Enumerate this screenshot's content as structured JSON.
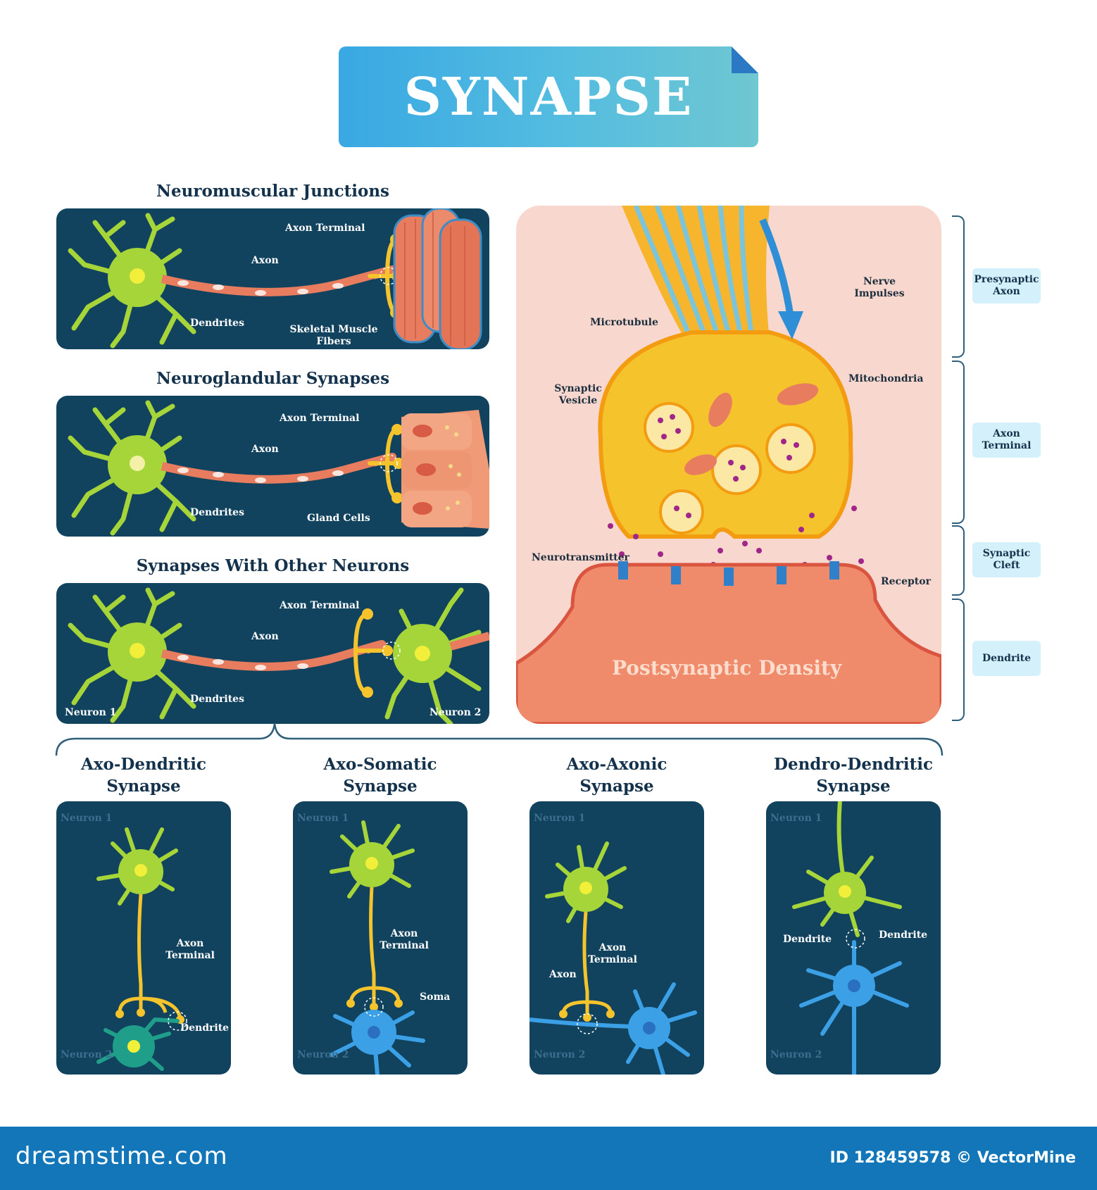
{
  "title": "SYNAPSE",
  "sections": {
    "neuromuscular": {
      "heading": "Neuromuscular Junctions",
      "labels": {
        "axon_terminal": "Axon Terminal",
        "axon": "Axon",
        "dendrites": "Dendrites",
        "skeletal_1": "Skeletal Muscle",
        "skeletal_2": "Fibers"
      }
    },
    "neuroglandular": {
      "heading": "Neuroglandular Synapses",
      "labels": {
        "axon_terminal": "Axon Terminal",
        "axon": "Axon",
        "dendrites": "Dendrites",
        "gland_cells": "Gland Cells"
      }
    },
    "other_neurons": {
      "heading": "Synapses With Other Neurons",
      "labels": {
        "axon_terminal": "Axon Terminal",
        "axon": "Axon",
        "dendrites": "Dendrites",
        "neuron1": "Neuron 1",
        "neuron2": "Neuron 2"
      }
    }
  },
  "detail": {
    "labels": {
      "nerve_1": "Nerve",
      "nerve_2": "Impulses",
      "microtubule": "Microtubule",
      "synaptic_vesicle_1": "Synaptic",
      "synaptic_vesicle_2": "Vesicle",
      "mitochondria": "Mitochondria",
      "neurotransmitter": "Neurotransmitter",
      "receptor": "Receptor",
      "postsynaptic": "Postsynaptic Density"
    },
    "side": [
      {
        "l1": "Presynaptic",
        "l2": "Axon"
      },
      {
        "l1": "Axon",
        "l2": "Terminal"
      },
      {
        "l1": "Synaptic",
        "l2": "Cleft"
      },
      {
        "l1": "Dendrite",
        "l2": ""
      }
    ]
  },
  "types": [
    {
      "h1": "Axo-Dendritic",
      "h2": "Synapse",
      "neuron1": "Neuron 1",
      "neuron2": "Neuron 2",
      "a1": "Axon",
      "a2": "Terminal",
      "target": "Dendrite"
    },
    {
      "h1": "Axo-Somatic",
      "h2": "Synapse",
      "neuron1": "Neuron 1",
      "neuron2": "Neuron 2",
      "a1": "Axon",
      "a2": "Terminal",
      "target": "Soma"
    },
    {
      "h1": "Axo-Axonic",
      "h2": "Synapse",
      "neuron1": "Neuron 1",
      "neuron2": "Neuron 2",
      "a1": "Axon",
      "a2": "Terminal",
      "target": "Axon"
    },
    {
      "h1": "Dendro-Dendritic",
      "h2": "Synapse",
      "neuron1": "Neuron 1",
      "neuron2": "Neuron 2",
      "left": "Dendrite",
      "right": "Dendrite"
    }
  ],
  "footer": {
    "brand": "dreamstime.com",
    "credit": "ID 128459578 © VectorMine"
  },
  "colors": {
    "panel": "#11425e",
    "banner": "#39a8e3",
    "neuron_green": "#a6d53a",
    "axon_yellow": "#f5c42c",
    "muscle": "#e77c5e",
    "detail_bg": "#f8d7ce",
    "footer": "#1276b8"
  }
}
